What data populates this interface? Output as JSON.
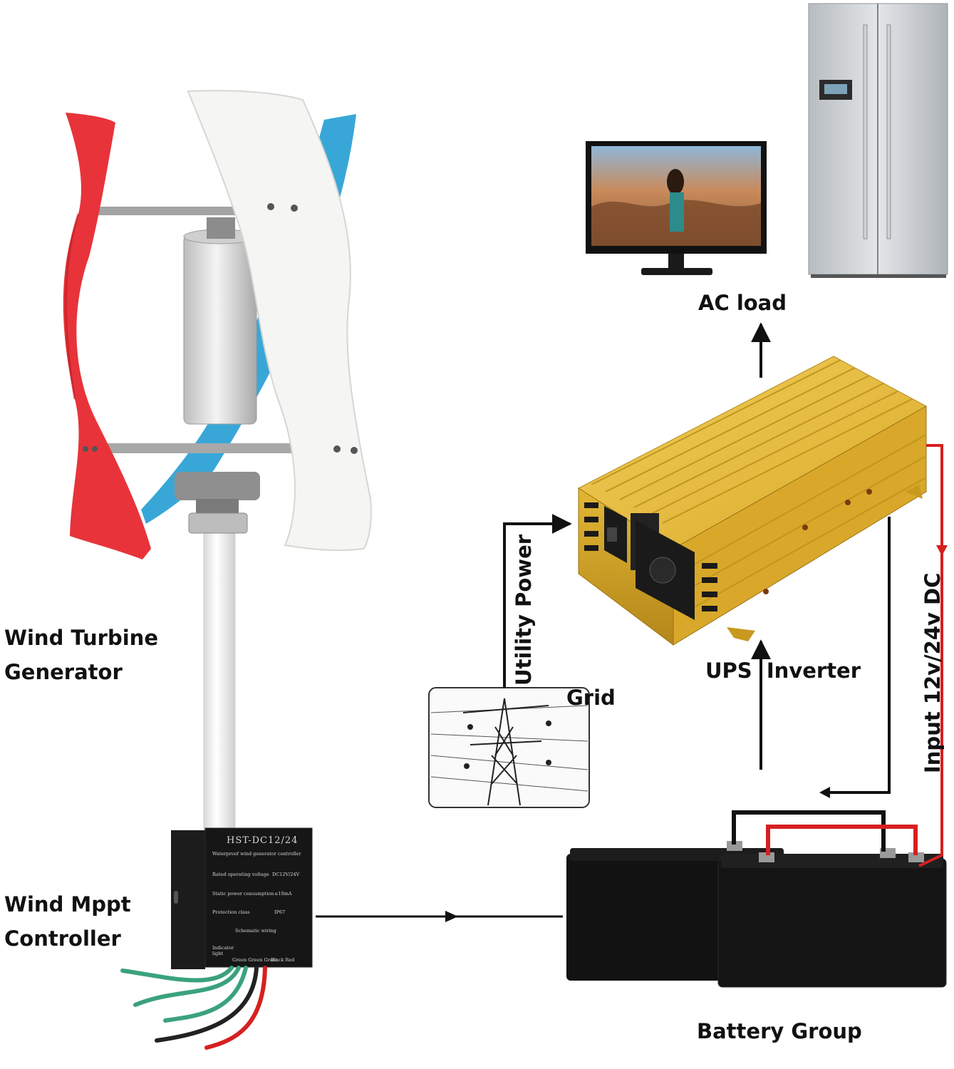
{
  "labels": {
    "turbine_line1": "Wind Turbine",
    "turbine_line2": "Generator",
    "controller_line1": "Wind Mppt",
    "controller_line2": "Controller",
    "ac_load": "AC load",
    "ups_inverter": "UPS  Inverter",
    "utility_power": "Utility Power",
    "grid": "Grid",
    "input_dc": "Input 12v/24v DC",
    "battery_group": "Battery Group"
  },
  "controller_face": {
    "model": "HST-DC12/24",
    "subtitle": "Waterproof wind generator controller",
    "spec1_label": "Rated operating voltage",
    "spec1_value": "DC12V/24V",
    "spec2_label": "Static power consumption",
    "spec2_value": "≤10mA",
    "spec3_label": "Protection class",
    "spec3_value": "IP67",
    "wiring_title": "Schematic wiring",
    "indicator": "Indicator light",
    "wire_colors": "Green Green Green",
    "battery_colors": "Black  Red"
  },
  "colors": {
    "blade_red": "#e8333a",
    "blade_blue": "#38a7d8",
    "blade_white": "#f5f5f3",
    "inverter_gold": "#e2b634",
    "dc_wire_red": "#d62020",
    "battery_black": "#111111",
    "wire_green": "#3aa27c"
  }
}
